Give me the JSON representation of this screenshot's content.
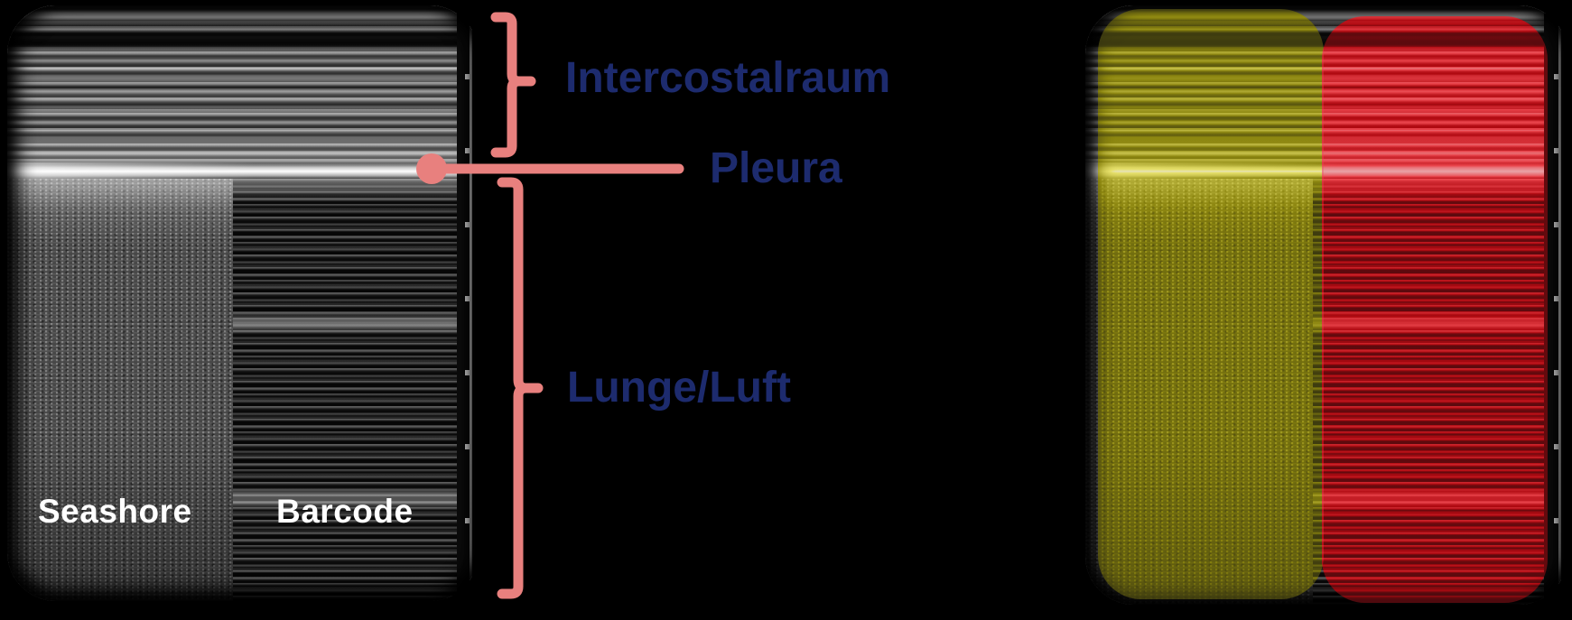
{
  "scene": {
    "background": "#000000"
  },
  "ultrasound": {
    "seashore_label": "Seashore",
    "barcode_label": "Barcode"
  },
  "annotations": {
    "intercostal": "Intercostalraum",
    "pleura": "Pleura",
    "lung": "Lunge/Luft"
  },
  "colors": {
    "accent": "#e8807e",
    "annotation_text": "#1d2b6e",
    "in_image_label_text": "#ffffff",
    "seashore_overlay": "#b3ad3a",
    "barcode_overlay": "#cf2f35"
  }
}
